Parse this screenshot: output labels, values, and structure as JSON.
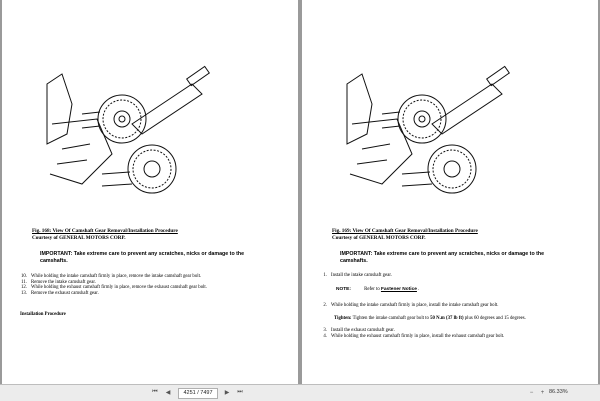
{
  "left_page": {
    "caption": "Fig. 168: View Of Camshaft Gear Removal/Installation Procedure",
    "courtesy": "Courtesy of GENERAL MOTORS CORP.",
    "important": "IMPORTANT:  Take extreme care to prevent any scratches, nicks or damage to the camshafts.",
    "steps": [
      {
        "num": "10.",
        "text": "While holding the intake camshaft firmly in place, remove the intake camshaft gear bolt."
      },
      {
        "num": "11.",
        "text": "Remove the intake camshaft gear."
      },
      {
        "num": "12.",
        "text": "While holding the exhaust camshaft firmly in place, remove the exhaust camshaft gear bolt."
      },
      {
        "num": "13.",
        "text": "Remove the exhaust camshaft gear."
      }
    ],
    "subhead": "Installation Procedure"
  },
  "right_page": {
    "caption": "Fig. 169: View Of Camshaft Gear Removal/Installation Procedure",
    "courtesy": "Courtesy of GENERAL MOTORS CORP.",
    "important": "IMPORTANT:  Take extreme care to prevent any scratches, nicks or damage to the camshafts.",
    "steps_a": [
      {
        "num": "1.",
        "text": "Install the intake camshaft gear."
      }
    ],
    "note_label": "NOTE:",
    "note_text": "Refer to ",
    "note_link": "Fastener Notice",
    "note_end": " .",
    "steps_b": [
      {
        "num": "2.",
        "text": "While holding the intake camshaft firmly in place, install the intake camshaft gear bolt."
      }
    ],
    "tighten_label": "Tighten:",
    "tighten_text": " Tighten the intake camshaft gear bolt to ",
    "tighten_value": "50 N.m (37 lb ft)",
    "tighten_end": " plus 60 degrees and 15 degrees.",
    "steps_c": [
      {
        "num": "3.",
        "text": "Install the exhaust camshaft gear."
      },
      {
        "num": "4.",
        "text": "While holding the exhaust camshaft firmly in place, install the exhaust camshaft gear bolt."
      }
    ]
  },
  "status_bar": {
    "page_value": "4251 / 7497",
    "zoom": "86.33%",
    "icons": [
      "first-page-icon",
      "prev-page-icon",
      "next-page-icon",
      "last-page-icon",
      "zoom-out-icon",
      "zoom-in-icon"
    ]
  }
}
